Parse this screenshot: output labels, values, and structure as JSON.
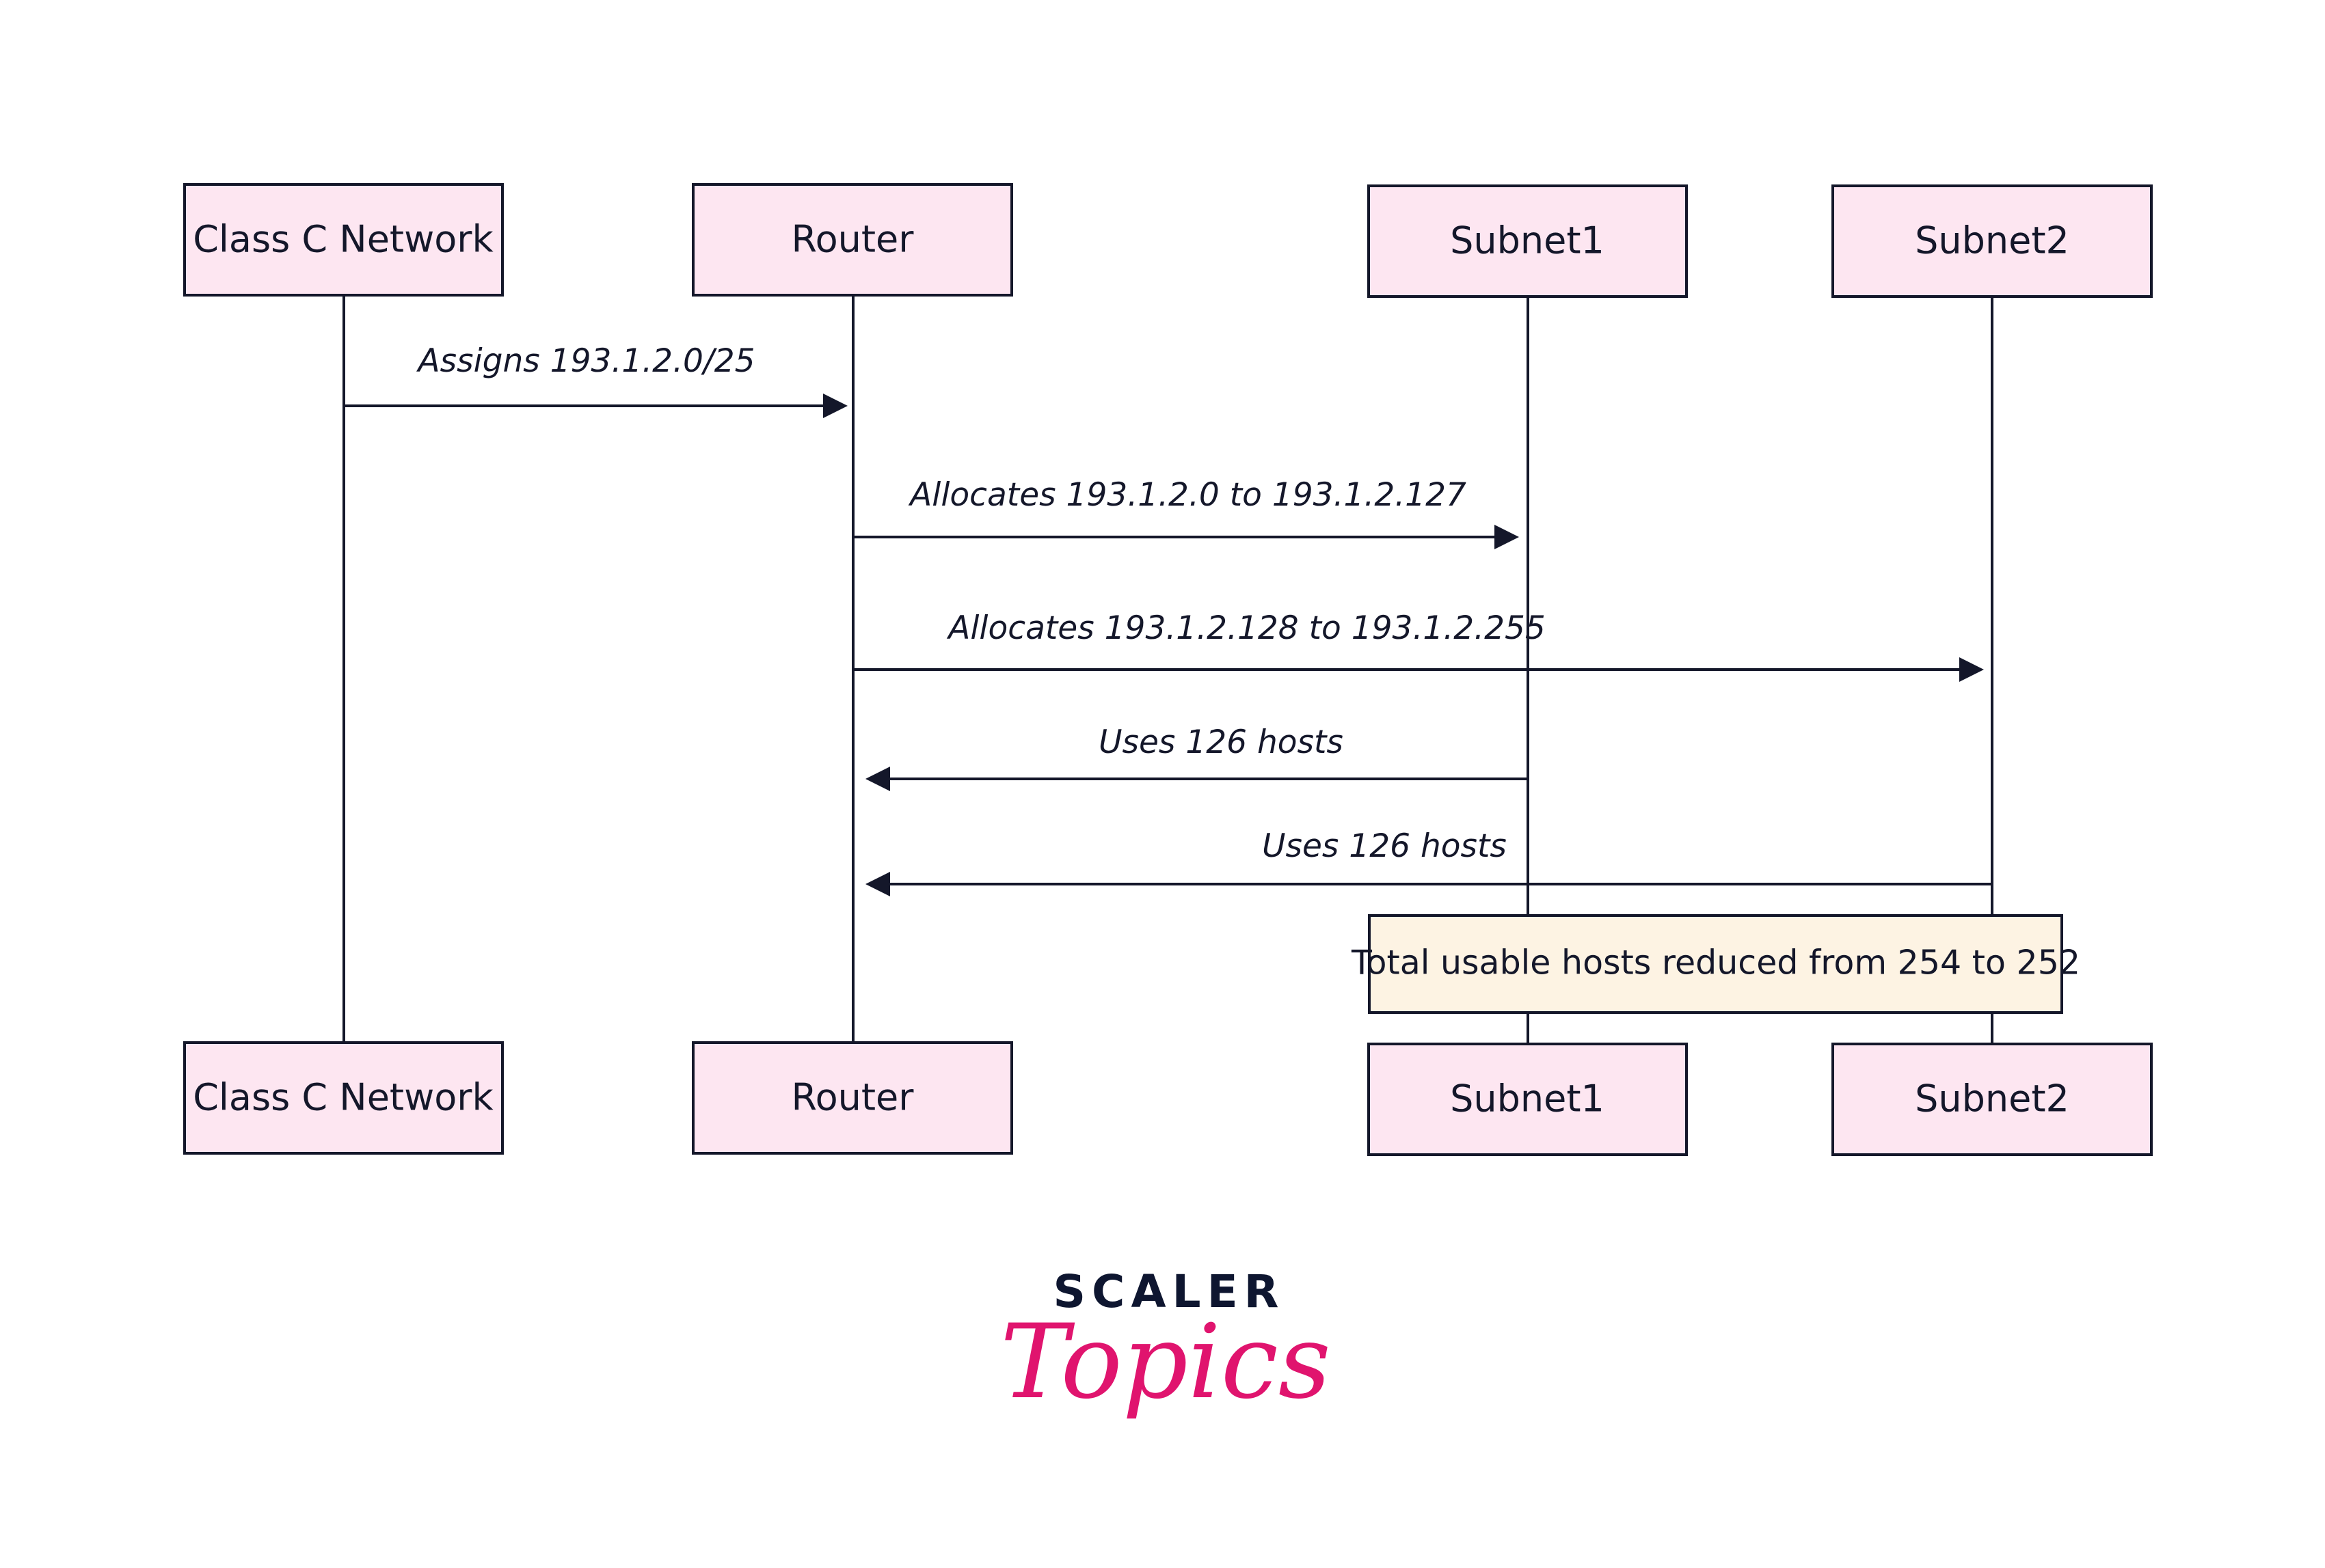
{
  "diagram": {
    "actors": [
      {
        "key": "class_c_network",
        "label": "Class C Network"
      },
      {
        "key": "router",
        "label": "Router"
      },
      {
        "key": "subnet1",
        "label": "Subnet1"
      },
      {
        "key": "subnet2",
        "label": "Subnet2"
      }
    ],
    "messages": [
      {
        "from": "class_c_network",
        "to": "router",
        "label": "Assigns 193.1.2.0/25"
      },
      {
        "from": "router",
        "to": "subnet1",
        "label": "Allocates 193.1.2.0 to 193.1.2.127"
      },
      {
        "from": "router",
        "to": "subnet2",
        "label": "Allocates 193.1.2.128 to 193.1.2.255"
      },
      {
        "from": "subnet1",
        "to": "router",
        "label": "Uses 126 hosts"
      },
      {
        "from": "subnet2",
        "to": "router",
        "label": "Uses 126 hosts"
      }
    ],
    "note": {
      "over": [
        "subnet1",
        "subnet2"
      ],
      "text": "Total usable hosts reduced from 254 to 252"
    }
  },
  "logo": {
    "top": "SCALER",
    "bottom": "Topics"
  },
  "colors": {
    "actor_fill": "#fde6f1",
    "note_fill": "#fdf3e3",
    "line": "#14172a",
    "logo_dark": "#0e1630",
    "logo_pink": "#e0146e"
  }
}
